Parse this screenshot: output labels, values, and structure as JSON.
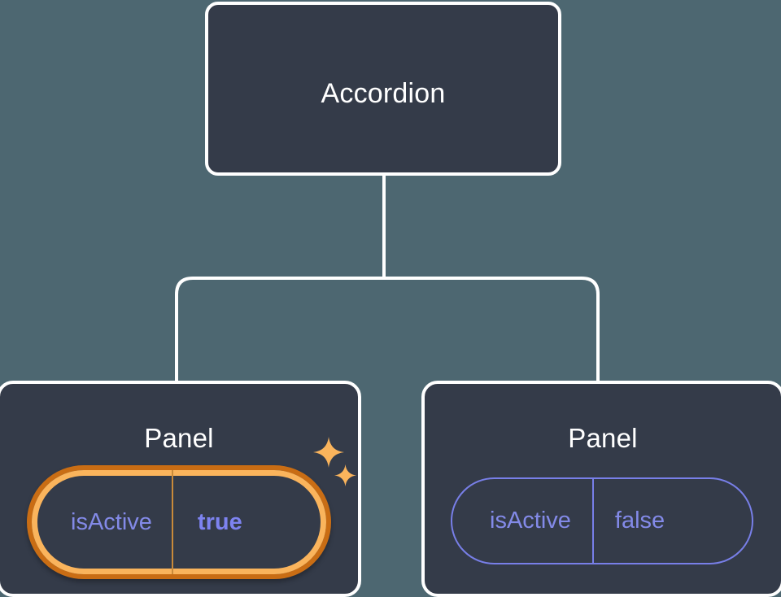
{
  "diagram": {
    "type": "component-tree",
    "background_color": "#4d6771",
    "node_fill_color": "#343b49",
    "node_border_color": "#ffffff",
    "edge_color": "#ffffff",
    "highlight_color": "#fab45c",
    "highlight_outer_color": "#c96d14",
    "prop_text_color": "#838ae8"
  },
  "root": {
    "label": "Accordion"
  },
  "children": [
    {
      "label": "Panel",
      "highlighted": true,
      "prop": {
        "key": "isActive",
        "value": "true"
      },
      "sparkles": [
        {
          "name": "sparkle-large"
        },
        {
          "name": "sparkle-small"
        }
      ]
    },
    {
      "label": "Panel",
      "highlighted": false,
      "prop": {
        "key": "isActive",
        "value": "false"
      }
    }
  ]
}
